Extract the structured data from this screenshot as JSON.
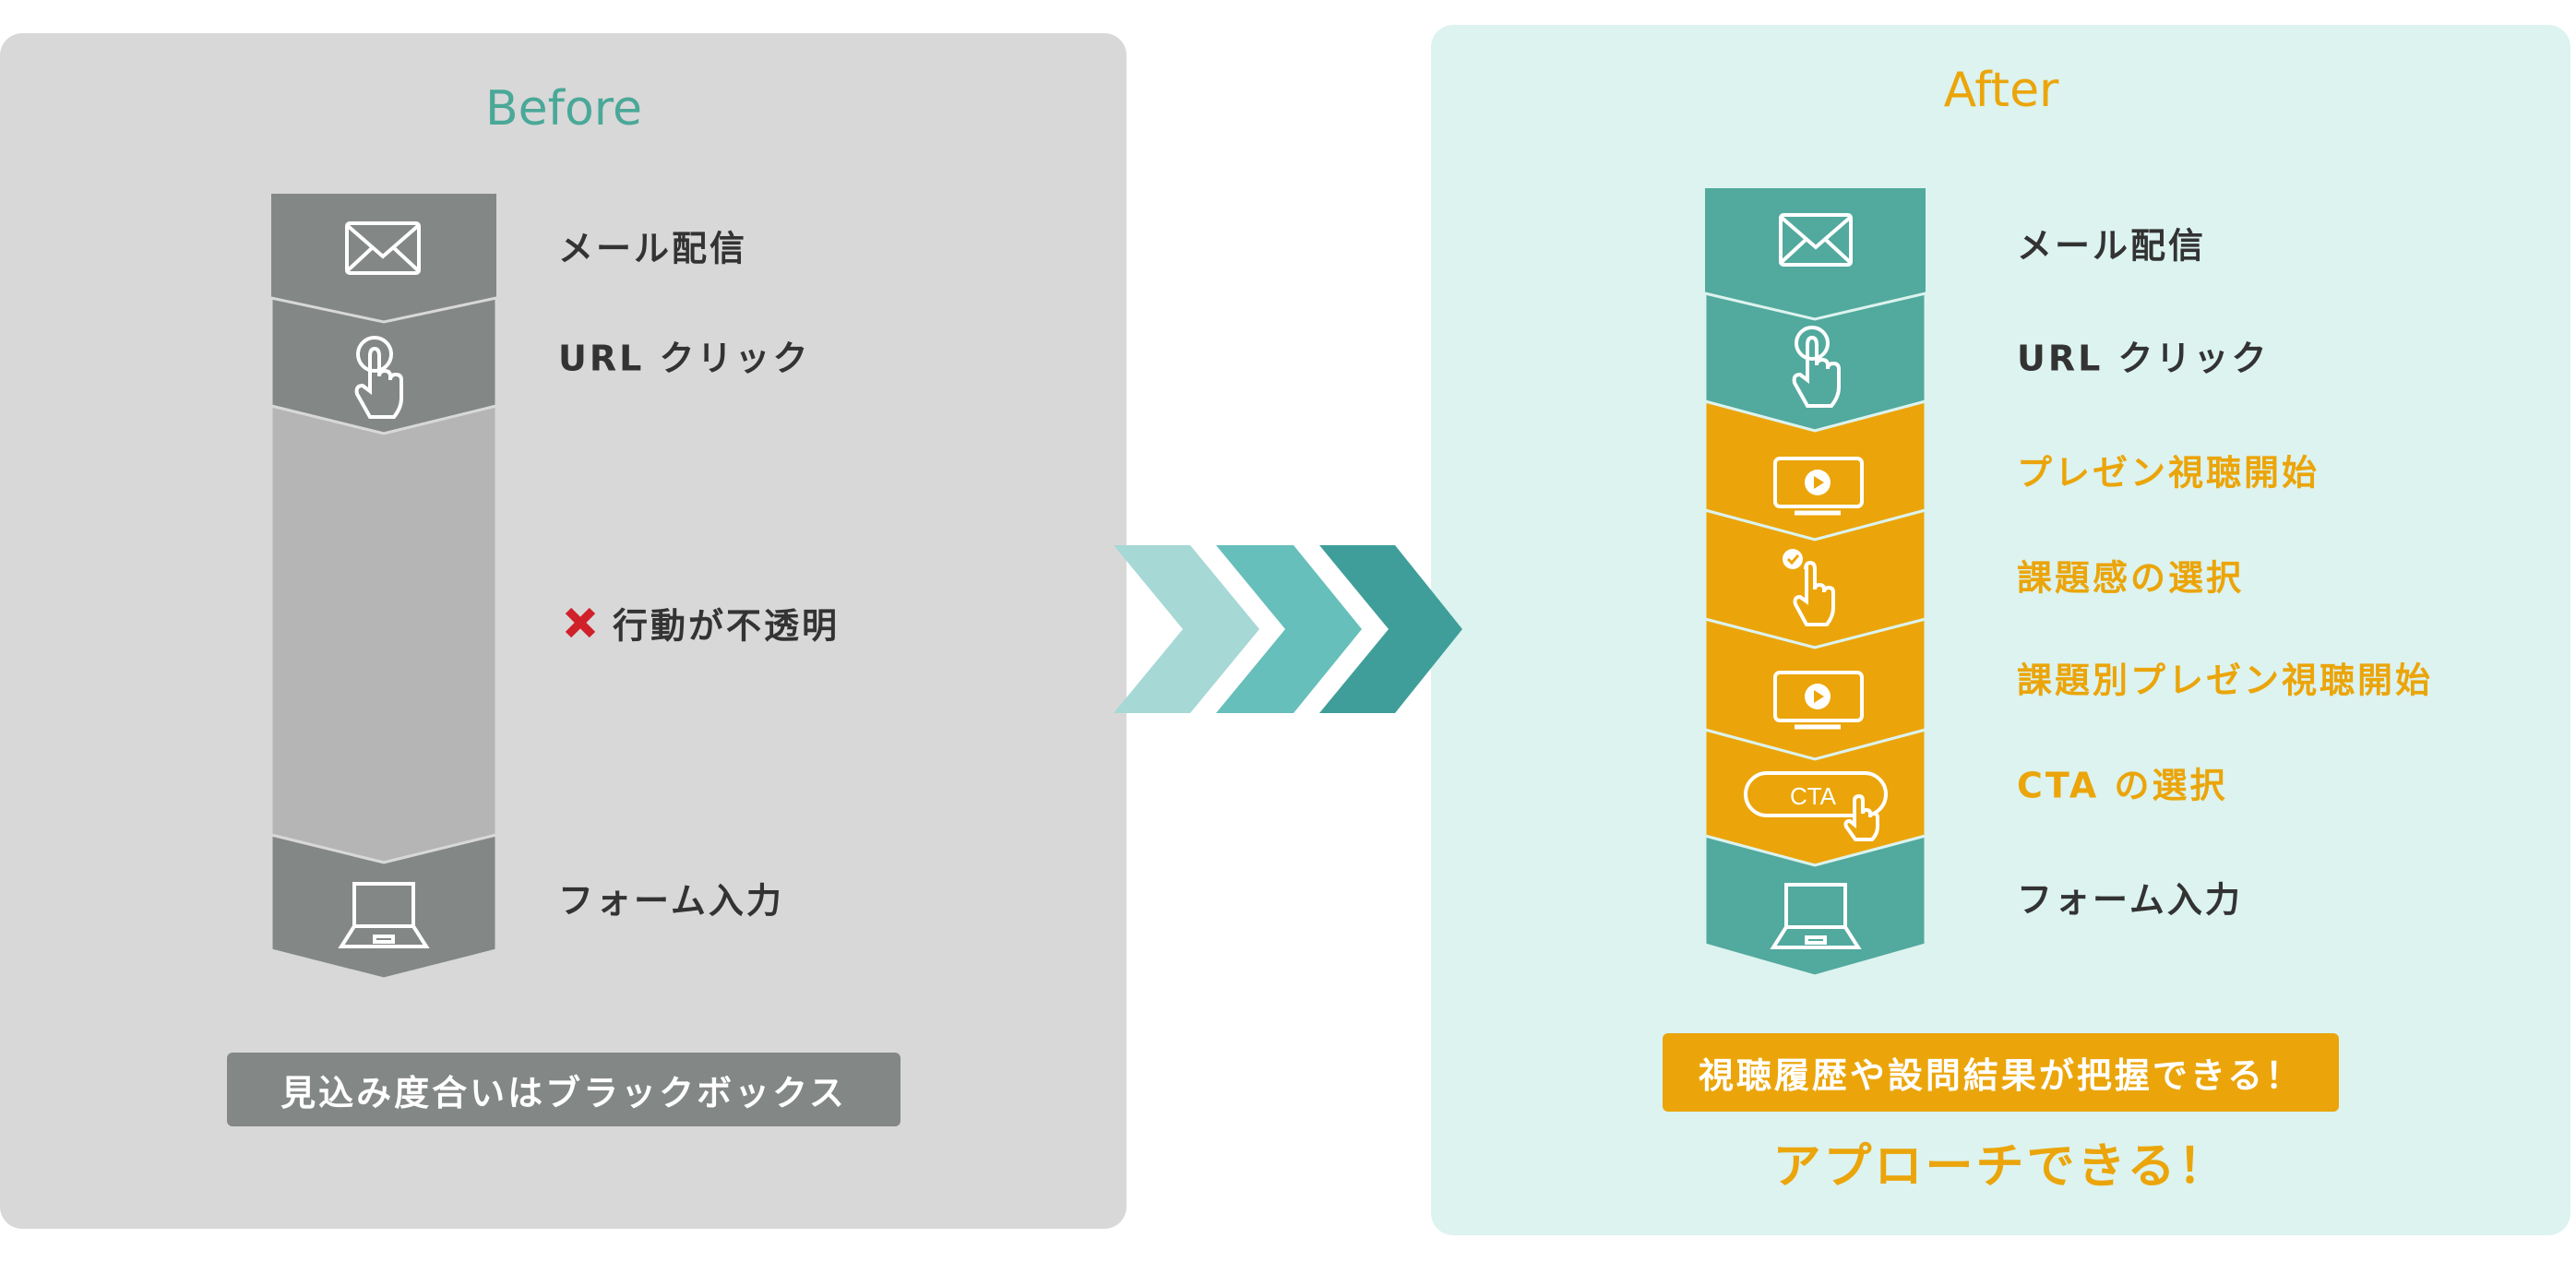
{
  "before": {
    "title": "Before",
    "steps": [
      "メール配信",
      "URL クリック",
      "行動が不透明",
      "フォーム入力"
    ],
    "summary": "見込み度合いはブラックボックス"
  },
  "after": {
    "title": "After",
    "steps": [
      "メール配信",
      "URL クリック",
      "プレゼン視聴開始",
      "課題感の選択",
      "課題別プレゼン視聴開始",
      "CTA の選択",
      "フォーム入力"
    ],
    "cta_icon_text": "CTA",
    "summary": "視聴履歴や設問結果が把握できる！",
    "conclusion": "アプローチできる！"
  },
  "colors": {
    "teal": "#52a99e",
    "orange": "#eba50a",
    "gray": "#838786",
    "gray_light": "#b5b5b5",
    "red": "#d0202a"
  }
}
